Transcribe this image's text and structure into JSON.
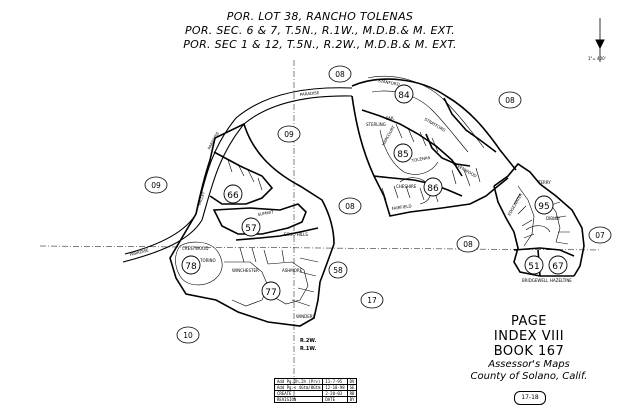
{
  "header": {
    "line1": "POR. LOT 38, RANCHO TOLENAS",
    "line2": "POR. SEC. 6 & 7, T.5N., R.1W., M.D.B.& M. EXT.",
    "line3": "POR. SEC 1 & 12, T.5N., R.2W., M.D.B.& M. EXT."
  },
  "title_block": {
    "page": "PAGE",
    "index": "INDEX VIII",
    "book": "BOOK 167",
    "source": "Assessor's Maps",
    "county": "County of Solano, Calif."
  },
  "page_ref": "17-18",
  "scale": {
    "label": "1\"= 400'"
  },
  "range_marks": {
    "r2w": "R.2W.",
    "r1w": "R.1W."
  },
  "parcels": [
    {
      "id": "84",
      "circled": true
    },
    {
      "id": "85",
      "circled": true
    },
    {
      "id": "86",
      "circled": true
    },
    {
      "id": "66",
      "circled": true
    },
    {
      "id": "57",
      "circled": true
    },
    {
      "id": "78",
      "circled": true
    },
    {
      "id": "77",
      "circled": true
    },
    {
      "id": "95",
      "circled": true
    },
    {
      "id": "51",
      "circled": true
    },
    {
      "id": "67",
      "circled": true
    }
  ],
  "adjacent_pages": [
    "08",
    "08",
    "09",
    "09",
    "08",
    "08",
    "07",
    "10",
    "58",
    "17"
  ],
  "streets": [
    "PARADISE",
    "PARADISE",
    "PARADISE",
    "VALLEY",
    "TOLENAS",
    "PAR.",
    "STRATFORD",
    "CRESTWOOD",
    "TORINO",
    "WINCHESTER",
    "ASHMORE",
    "WINDERS",
    "STANFORD",
    "STERLING",
    "HARCOURT",
    "GREENWOOD",
    "TERRY",
    "SUMMIT",
    "CHESHIRE",
    "FAIRFIELD",
    "BRIDGEWELL",
    "HAZELTINE",
    "DIBLEY",
    "EDGEWATER",
    "ECHO HILLS"
  ],
  "revisions": [
    {
      "desc": "Add Pg.2h.2h (Prv)",
      "date": "11-7-95",
      "init": "DV"
    },
    {
      "desc": "Add Pg.s 4Gtm/8Gtm",
      "date": "12-18-98",
      "init": "SE"
    },
    {
      "desc": "CREATE",
      "date": "2-20-03",
      "init": "RB"
    },
    {
      "desc": "REVISION",
      "date": "DATE",
      "init": "BY"
    }
  ]
}
